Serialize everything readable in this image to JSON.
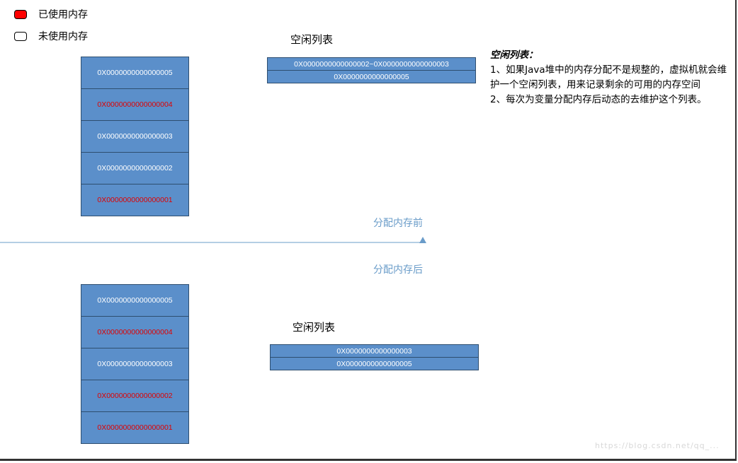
{
  "legend": {
    "used_label": "已使用内存",
    "free_label": "未使用内存",
    "used_color": "#ff0000",
    "free_color": "#ffffff"
  },
  "before": {
    "memory_cells": [
      {
        "address": "0X0000000000000005",
        "used": false
      },
      {
        "address": "0X0000000000000004",
        "used": true
      },
      {
        "address": "0X0000000000000003",
        "used": false
      },
      {
        "address": "0X0000000000000002",
        "used": false
      },
      {
        "address": "0X0000000000000001",
        "used": true
      }
    ],
    "free_list_title": "空闲列表",
    "free_list": [
      "0X0000000000000002~0X0000000000000003",
      "0X0000000000000005"
    ]
  },
  "divider": {
    "before_label": "分配内存前",
    "after_label": "分配内存后",
    "line_color": "#6a9cc9"
  },
  "after": {
    "memory_cells": [
      {
        "address": "0X0000000000000005",
        "used": false
      },
      {
        "address": "0X0000000000000004",
        "used": true
      },
      {
        "address": "0X0000000000000003",
        "used": false
      },
      {
        "address": "0X0000000000000002",
        "used": true
      },
      {
        "address": "0X0000000000000001",
        "used": true
      }
    ],
    "free_list_title": "空闲列表",
    "free_list": [
      "0X0000000000000003",
      "0X0000000000000005"
    ]
  },
  "note": {
    "title": "空闲列表：",
    "lines": [
      "1、如果Java堆中的内存分配不是规整的，虚拟机就会维护一个空闲列表，用来记录剩余的可用的内存空间",
      "2、每次为变量分配内存后动态的去维护这个列表。"
    ]
  },
  "colors": {
    "cell_fill": "#5b8fca",
    "cell_border": "#2e4e6f",
    "used_text": "#e00000",
    "free_text": "#ffffff"
  },
  "watermark": "https://blog.csdn.net/qq_..."
}
